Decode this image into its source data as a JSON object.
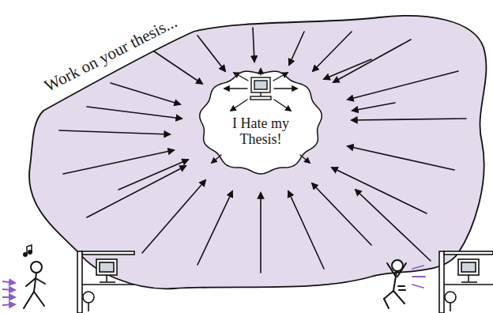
{
  "diagram": {
    "nodes": [
      {
        "text": [
          "Work on your thesis..."
        ]
      },
      {
        "text": [
          "I Hate my Thesis!"
        ],
        "in": 0
      }
    ]
  }
}
